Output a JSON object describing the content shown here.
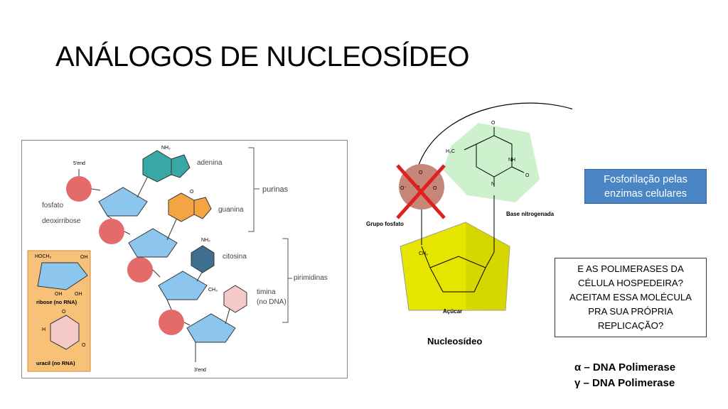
{
  "slide": {
    "title": "ANÁLOGOS DE NUCLEOSÍDEO",
    "fosforilacao_line1": "Fosforilação pelas",
    "fosforilacao_line2": "enzimas celulares",
    "question_lines": [
      "E AS POLIMERASES DA",
      "CÉLULA HOSPEDEIRA?",
      "ACEITAM ESSA MOLÉCULA",
      "PRA SUA PRÓPRIA",
      "REPLICAÇÃO?"
    ],
    "nucleosideo_label": "Nucleosídeo",
    "polymerase_alpha": "α – DNA Polimerase",
    "polymerase_gamma": "γ – DNA Polimerase"
  },
  "left_diagram": {
    "five_end": "5'end",
    "three_end": "3'end",
    "fosfato": "fosfato",
    "deoxirribose": "deoxirribose",
    "adenina": "adenina",
    "guanina": "guanina",
    "citosina": "citosina",
    "timina": "timina",
    "no_dna": "(no DNA)",
    "purinas": "purinas",
    "pirimidinas": "pirimidinas",
    "ribose": "ribose (no RNA)",
    "uracil": "uracil (no RNA)"
  },
  "right_diagram": {
    "grupo_fosfato": "Grupo fosfato",
    "base_nitrogenada": "Base nitrogenada",
    "acucar": "Açúcar"
  },
  "colors": {
    "fosfo_box": "#4a86c5",
    "sugar": "#e5e500",
    "base": "#ccf2cc",
    "phosphate": "#e05a5a",
    "cross": "#e02020"
  }
}
